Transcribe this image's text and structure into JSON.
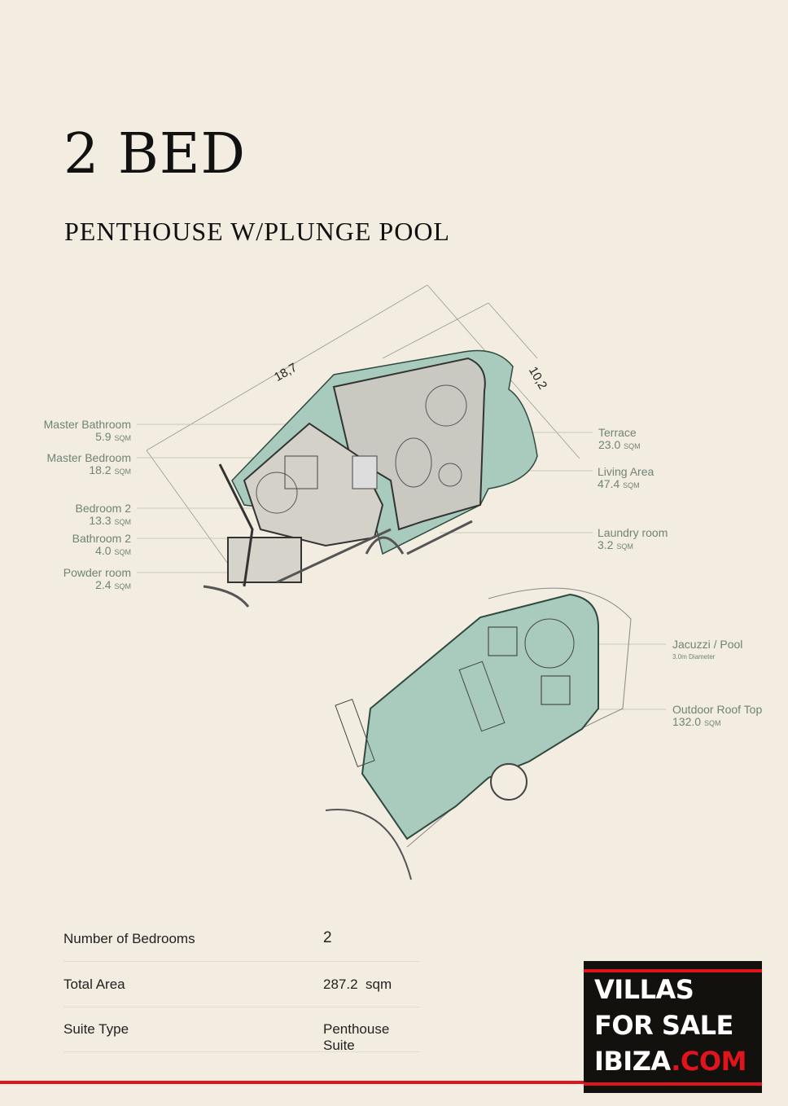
{
  "header": {
    "title": "2 BED",
    "subtitle": "PENTHOUSE W/PLUNGE POOL"
  },
  "plan": {
    "dimensions": [
      "18,7",
      "10,2"
    ],
    "colors": {
      "terrace": "#a8cbbd",
      "interior": "#c9c9c2",
      "text": "#6e8476"
    },
    "left_rooms": [
      {
        "name": "Master Bathroom",
        "area": "5.9",
        "unit": "SQM"
      },
      {
        "name": "Master Bedroom",
        "area": "18.2",
        "unit": "SQM"
      },
      {
        "name": "Bedroom 2",
        "area": "13.3",
        "unit": "SQM"
      },
      {
        "name": "Bathroom 2",
        "area": "4.0",
        "unit": "SQM"
      },
      {
        "name": "Powder room",
        "area": "2.4",
        "unit": "SQM"
      }
    ],
    "right_rooms": [
      {
        "name": "Terrace",
        "area": "23.0",
        "unit": "SQM"
      },
      {
        "name": "Living Area",
        "area": "47.4",
        "unit": "SQM"
      },
      {
        "name": "Laundry room",
        "area": "3.2",
        "unit": "SQM"
      }
    ],
    "roof": [
      {
        "name": "Jacuzzi / Pool",
        "note": "3.0m Diameter"
      },
      {
        "name": "Outdoor Roof Top",
        "area": "132.0",
        "unit": "SQM"
      }
    ]
  },
  "specs": [
    {
      "label": "Number of Bedrooms",
      "value": "2"
    },
    {
      "label": "Total Area",
      "value": "287.2  sqm"
    },
    {
      "label": "Suite Type",
      "value": "Penthouse Suite"
    }
  ],
  "logo": {
    "line1": "VILLAS",
    "line2": "FOR SALE",
    "line3a": "IBIZA",
    "line3b": ".COM"
  }
}
